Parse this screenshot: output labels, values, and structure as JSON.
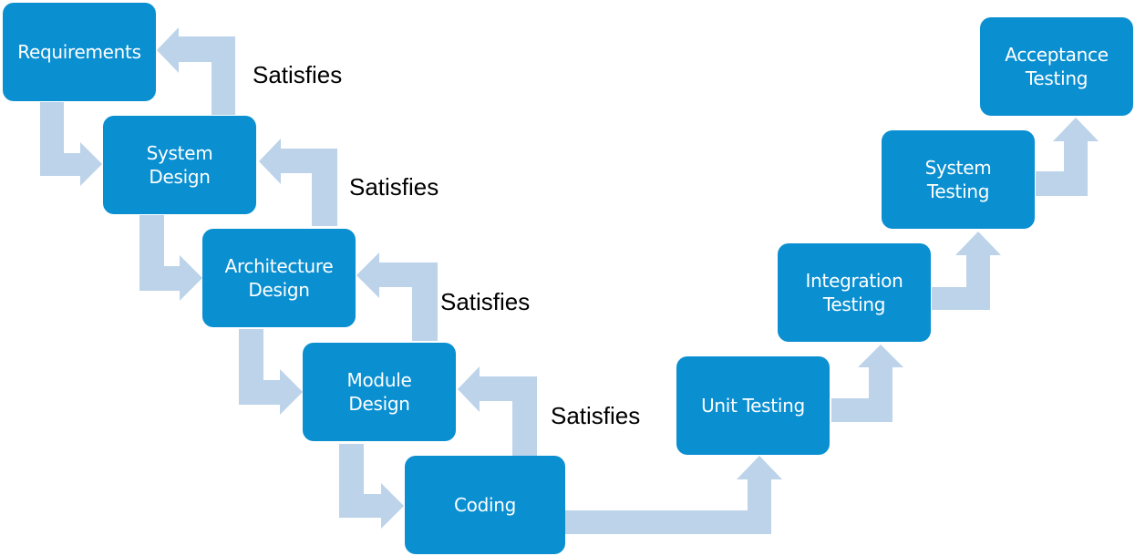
{
  "colors": {
    "box_fill": "#0a8fd1",
    "box_text": "#ffffff",
    "arrow_fill": "#bcd3ea",
    "label_text": "#000000"
  },
  "steps": {
    "requirements": "Requirements",
    "system_design": "System\nDesign",
    "architecture_design": "Architecture\nDesign",
    "module_design": "Module\nDesign",
    "coding": "Coding",
    "unit_testing": "Unit Testing",
    "integration_testing": "Integration\nTesting",
    "system_testing": "System\nTesting",
    "acceptance_testing": "Acceptance\nTesting"
  },
  "satisfies": [
    "Satisfies",
    "Satisfies",
    "Satisfies",
    "Satisfies"
  ]
}
